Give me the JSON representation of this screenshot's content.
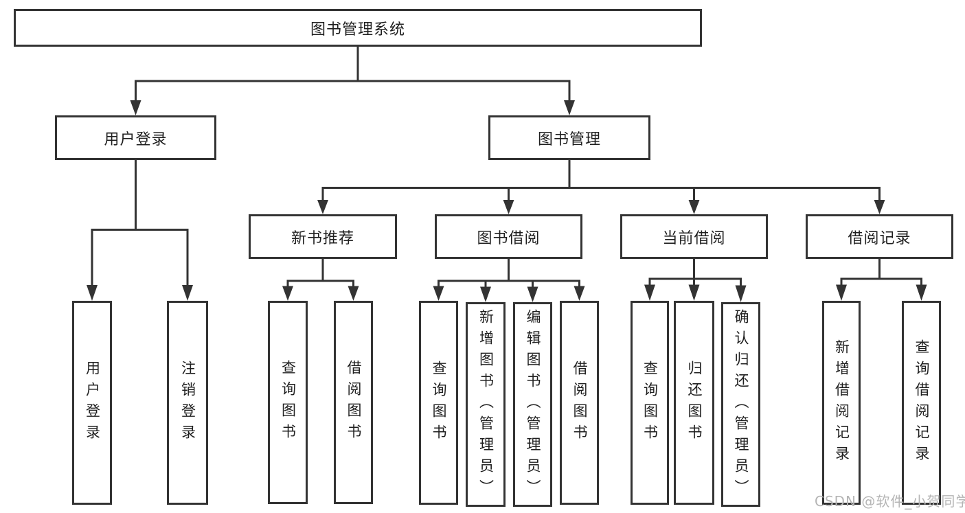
{
  "tree": {
    "label": "图书管理系统",
    "children": [
      {
        "label": "用户登录",
        "children": [
          {
            "label": "用户登录"
          },
          {
            "label": "注销登录"
          }
        ]
      },
      {
        "label": "图书管理",
        "children": [
          {
            "label": "新书推荐",
            "children": [
              {
                "label": "查询图书"
              },
              {
                "label": "借阅图书"
              }
            ]
          },
          {
            "label": "图书借阅",
            "children": [
              {
                "label": "查询图书"
              },
              {
                "label": "新增图书（管理员）"
              },
              {
                "label": "编辑图书（管理员）"
              },
              {
                "label": "借阅图书"
              }
            ]
          },
          {
            "label": "当前借阅",
            "children": [
              {
                "label": "查询图书"
              },
              {
                "label": "归还图书"
              },
              {
                "label": "确认归还（管理员）"
              }
            ]
          },
          {
            "label": "借阅记录",
            "children": [
              {
                "label": "新增借阅记录"
              },
              {
                "label": "查询借阅记录"
              }
            ]
          }
        ]
      }
    ]
  },
  "watermark": {
    "text": "CSDN @软件_小贺同学"
  },
  "colors": {
    "line": "#333333",
    "border": "#333333",
    "text": "#1f1f1f",
    "watermark": "#b5b5b5",
    "background": "#ffffff"
  }
}
